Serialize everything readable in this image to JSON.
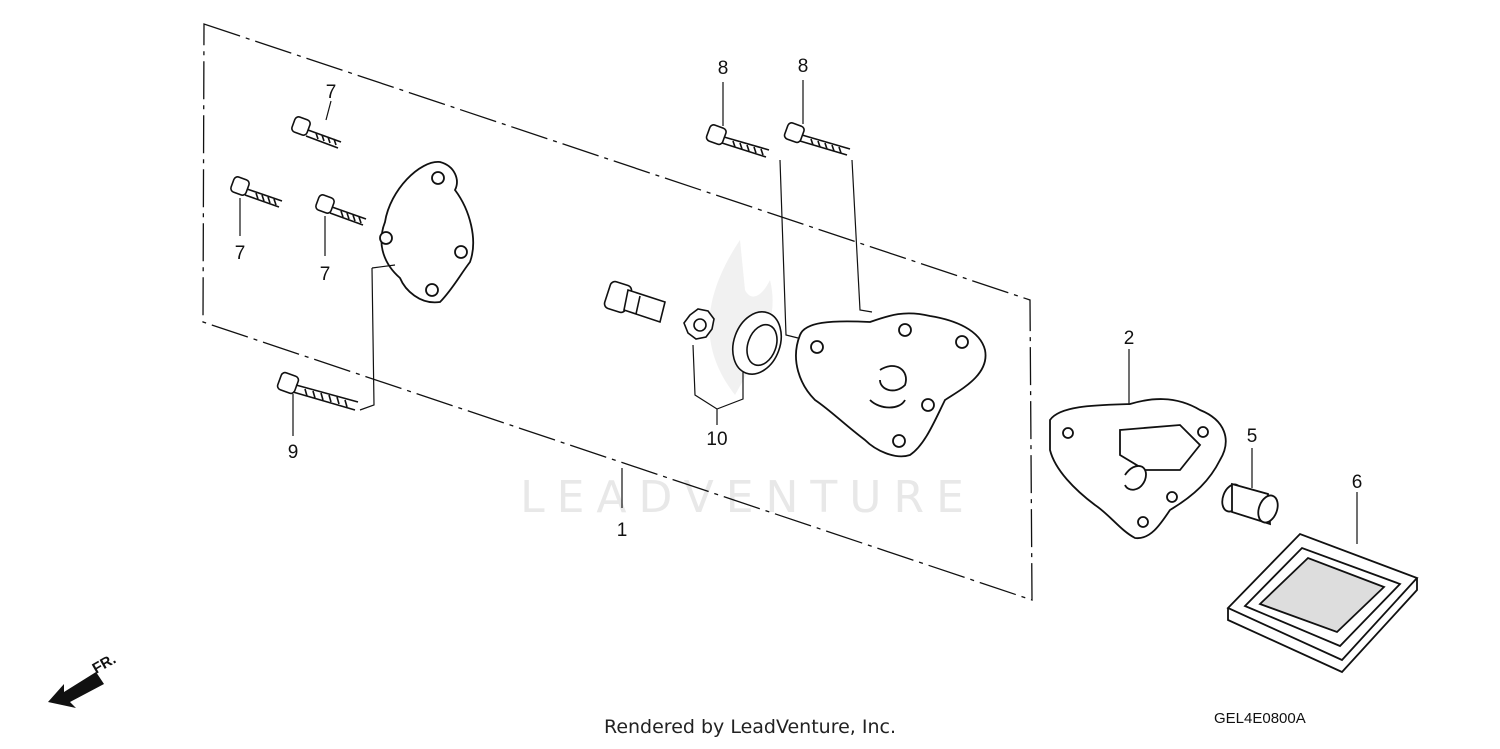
{
  "diagram": {
    "callouts": [
      "7",
      "7",
      "7",
      "8",
      "8",
      "9",
      "10",
      "1",
      "2",
      "5",
      "6"
    ],
    "watermark": "LEADVENTURE",
    "direction_label": "FR.",
    "footer": "Rendered by LeadVenture, Inc.",
    "diagram_code": "GEL4E0800A"
  },
  "colors": {
    "line": "#111111",
    "watermark": "#e8e8e8",
    "background": "#ffffff"
  }
}
